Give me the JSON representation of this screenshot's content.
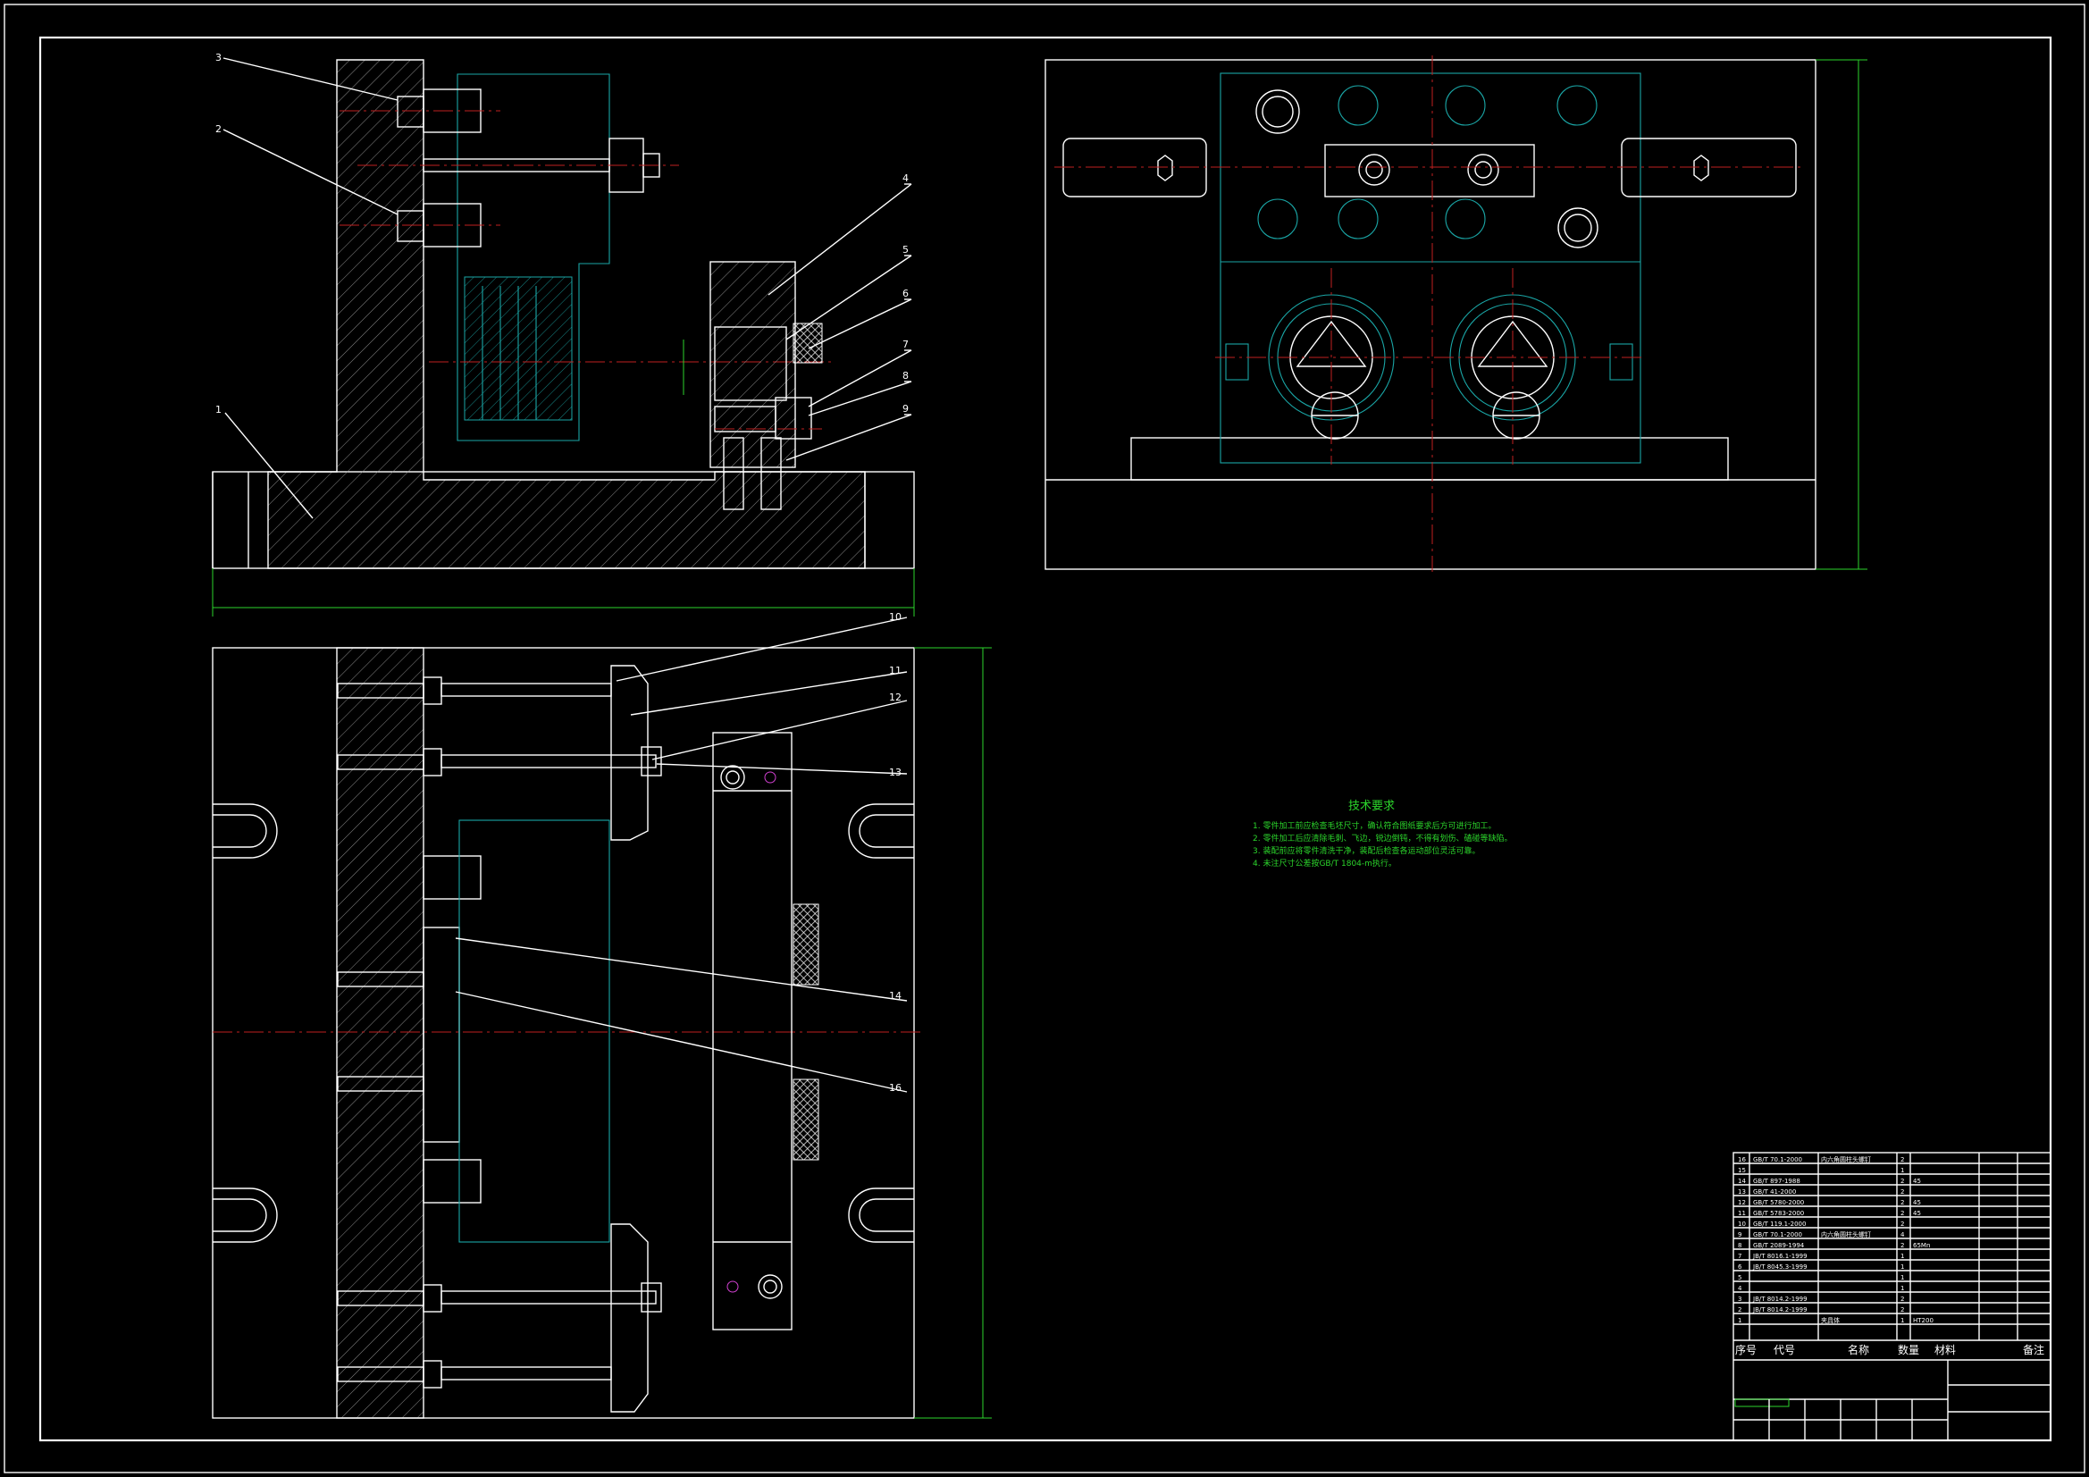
{
  "drawing": {
    "part_labels": [
      "1",
      "2",
      "3",
      "4",
      "5",
      "6",
      "7",
      "8",
      "9",
      "10",
      "11",
      "12",
      "13",
      "14",
      "16"
    ],
    "technical_requirements": {
      "title": "技术要求",
      "lines": [
        "1. 零件加工前应检查毛坯尺寸，确认符合图纸要求后方可进行加工。",
        "2. 零件加工后应清除毛刺、飞边，锐边倒钝，不得有划伤、磕碰等缺陷。",
        "3. 装配前应将零件清洗干净，装配后检查各运动部位灵活可靠。",
        "4. 未注尺寸公差按GB/T 1804-m执行。"
      ]
    },
    "bom": {
      "headers": [
        "序号",
        "代号",
        "名称",
        "数量",
        "材料",
        "备注"
      ],
      "rows": [
        [
          "16",
          "GB/T 70.1-2000",
          "内六角圆柱头螺钉",
          "2",
          "",
          ""
        ],
        [
          "15",
          "",
          "",
          "1",
          "",
          ""
        ],
        [
          "14",
          "GB/T 897-1988",
          "",
          "2",
          "45",
          ""
        ],
        [
          "13",
          "GB/T 41-2000",
          "",
          "2",
          "",
          ""
        ],
        [
          "12",
          "GB/T 5780-2000",
          "",
          "2",
          "45",
          ""
        ],
        [
          "11",
          "GB/T 5783-2000",
          "",
          "2",
          "45",
          ""
        ],
        [
          "10",
          "GB/T 119.1-2000",
          "",
          "2",
          "",
          ""
        ],
        [
          "9",
          "GB/T 70.1-2000",
          "内六角圆柱头螺钉",
          "4",
          "",
          ""
        ],
        [
          "8",
          "GB/T 2089-1994",
          "",
          "2",
          "65Mn",
          ""
        ],
        [
          "7",
          "JB/T 8016.1-1999",
          "",
          "1",
          "",
          ""
        ],
        [
          "6",
          "JB/T 8045.3-1999",
          "",
          "1",
          "",
          ""
        ],
        [
          "5",
          "",
          "",
          "1",
          "",
          ""
        ],
        [
          "4",
          "",
          "",
          "1",
          "",
          ""
        ],
        [
          "3",
          "JB/T 8014.2-1999",
          "",
          "2",
          "",
          ""
        ],
        [
          "2",
          "JB/T 8014.2-1999",
          "",
          "2",
          "",
          ""
        ],
        [
          "1",
          "",
          "夹具体",
          "1",
          "HT200",
          ""
        ]
      ]
    }
  }
}
